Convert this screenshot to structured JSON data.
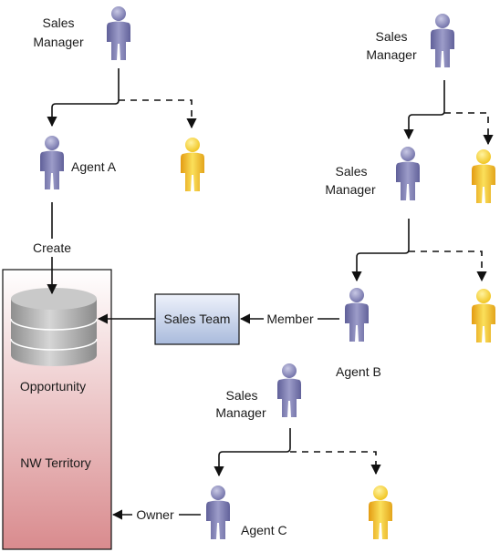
{
  "colors": {
    "manager_person": "#7f7fb2",
    "agent_person": "#7f7fb2",
    "other_person": "#f2c318",
    "territory_fill_top": "#ffffff",
    "territory_fill_bottom": "#d98b8e",
    "sales_team_fill_top": "#e7ecf8",
    "sales_team_fill_bottom": "#aebfdc",
    "database": "#b9b9b9"
  },
  "icons": {
    "manager": "person-icon",
    "agent": "person-icon",
    "member": "person-icon",
    "database": "database-icon"
  },
  "labels": {
    "manager_1": [
      "Sales",
      "Manager"
    ],
    "manager_2": [
      "Sales",
      "Manager"
    ],
    "manager_3": [
      "Sales",
      "Manager"
    ],
    "manager_4": [
      "Sales",
      "Manager"
    ],
    "agent_a": "Agent A",
    "agent_b": "Agent B",
    "agent_c": "Agent C",
    "create": "Create",
    "opportunity": "Opportunity",
    "territory": "NW Territory",
    "sales_team": "Sales Team",
    "member": "Member",
    "owner": "Owner"
  }
}
